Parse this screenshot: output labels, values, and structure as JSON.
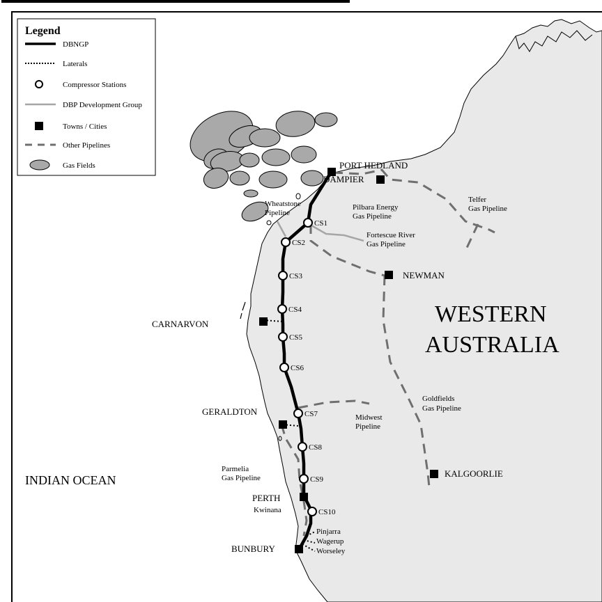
{
  "legend": {
    "title": "Legend",
    "items": [
      {
        "symbol": "solid-thick-line",
        "label": "DBNGP"
      },
      {
        "symbol": "dotted-line",
        "label": "Laterals"
      },
      {
        "symbol": "open-circle",
        "label": "Compressor Stations"
      },
      {
        "symbol": "grey-line",
        "label": "DBP Development Group"
      },
      {
        "symbol": "black-square",
        "label": "Towns / Cities"
      },
      {
        "symbol": "dashed-line",
        "label": "Other Pipelines"
      },
      {
        "symbol": "grey-ellipse",
        "label": "Gas Fields"
      }
    ]
  },
  "region_label": {
    "line1": "WESTERN",
    "line2": "AUSTRALIA"
  },
  "ocean_label": "INDIAN OCEAN",
  "towns": {
    "port_hedland": "PORT HEDLAND",
    "dampier": "DAMPIER",
    "newman": "NEWMAN",
    "carnarvon": "CARNARVON",
    "geraldton": "GERALDTON",
    "perth": "PERTH",
    "bunbury": "BUNBURY",
    "kalgoorlie": "KALGOORLIE",
    "kwinana": "Kwinana"
  },
  "compressor_stations": [
    "CS1",
    "CS2",
    "CS3",
    "CS4",
    "CS5",
    "CS6",
    "CS7",
    "CS8",
    "CS9",
    "CS10"
  ],
  "pipelines": {
    "wheatstone": [
      "Wheatstone",
      "Pipeline"
    ],
    "pilbara": [
      "Pilbara Energy",
      "Gas Pipeline"
    ],
    "telfer": [
      "Telfer",
      "Gas Pipeline"
    ],
    "fortescue": [
      "Fortescue River",
      "Gas Pipeline"
    ],
    "goldfields": [
      "Goldfields",
      "Gas Pipeline"
    ],
    "midwest": [
      "Midwest",
      "Pipeline"
    ],
    "parmelia": [
      "Parmelia",
      "Gas Pipeline"
    ]
  },
  "laterals": {
    "pinjarra": "Pinjarra",
    "wagerup": "Wagerup",
    "worseley": "Worseley"
  },
  "colors": {
    "land": "#e9e9e9",
    "coast": "#000000",
    "gas_field_fill": "#a9a9a9",
    "other_pipeline": "#6f6f6f",
    "dbp_development": "#a6a6a6",
    "dbngp": "#000000"
  }
}
